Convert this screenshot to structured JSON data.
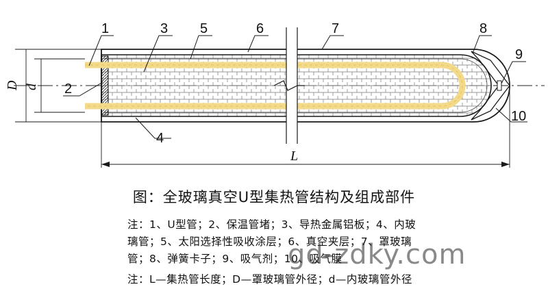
{
  "diagram": {
    "labels": [
      "1",
      "2",
      "3",
      "5",
      "6",
      "7",
      "8",
      "9",
      "4",
      "10"
    ],
    "dim_D": "D",
    "dim_d": "d",
    "dim_L": "L"
  },
  "caption": "图：全玻璃真空U型集热管结构及组成部件",
  "notes": [
    "注：1、U型管；2、保温管堵；3、导热金属铝板；4、内玻",
    "璃管；5、太阳选择性吸收涂层；6、真空夹层；7、罩玻璃",
    "管；8、弹簧卡子；9、吸气剂；10、吸气膜",
    "注：L—集热管长度；D—罩玻璃管外径；d—内玻璃管外径"
  ],
  "watermark": "gd-zdky.com",
  "colors": {
    "u_tube": "#f3d98a",
    "line": "#1a1a1a",
    "background": "#ffffff"
  }
}
